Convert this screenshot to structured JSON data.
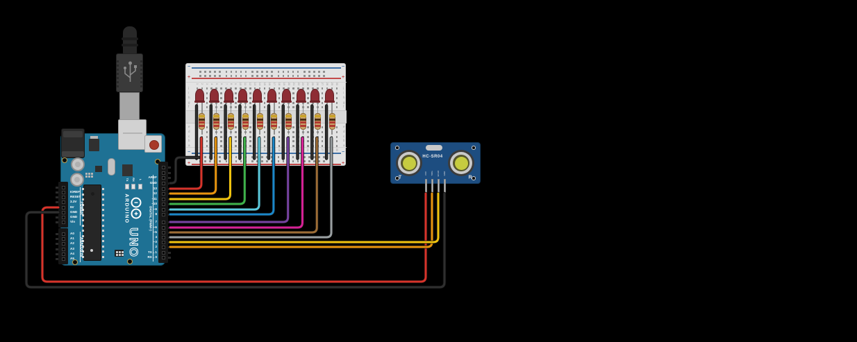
{
  "app": {
    "background": "#000000"
  },
  "arduino": {
    "name": "Arduino Uno",
    "brand": "ARDUINO",
    "model": "UNO",
    "digital_label": "DIGITAL (PWM~)",
    "power_label": "POWER",
    "analog_label": "ANALOG IN",
    "led_labels": [
      "TX",
      "RX",
      "L"
    ],
    "right_top_pins": [
      "",
      "",
      "AREF",
      "GND",
      "13",
      "12",
      "~11",
      "~10",
      "~9",
      "8"
    ],
    "right_bottom_pins": [
      "7",
      "~6",
      "~5",
      "4",
      "~3",
      "2",
      "TX→1",
      "RX←0"
    ],
    "left_power_pins": [
      "",
      "IOREF",
      "RESET",
      "3.3V",
      "5V",
      "GND",
      "GND",
      "Vin"
    ],
    "left_analog_pins": [
      "A0",
      "A1",
      "A2",
      "A3",
      "A4",
      "A5"
    ],
    "board_color": "#1e7194"
  },
  "breadboard": {
    "columns": 30,
    "column_numbers": [
      1,
      2,
      3,
      4,
      5,
      6,
      7,
      8,
      9,
      10,
      11,
      12,
      13,
      14,
      15,
      16,
      17,
      18,
      19,
      20,
      21,
      22,
      23,
      24,
      25,
      26,
      27,
      28,
      29,
      30
    ],
    "row_letters_top": [
      "j",
      "i",
      "h",
      "g",
      "f"
    ],
    "row_letters_bottom": [
      "e",
      "d",
      "c",
      "b",
      "a"
    ],
    "rail_negative": "−",
    "rail_positive": "+",
    "body_color": "#e3e3e3"
  },
  "sensor": {
    "label": "HC-SR04",
    "transmitter_label": "T",
    "receiver_label": "R",
    "pin_labels": [
      "VCC",
      "TRIG",
      "ECHO",
      "GND"
    ],
    "board_color": "#1d4d80"
  },
  "leds": [
    {
      "color_name": "red",
      "cathode_column": 1,
      "anode_column": 2,
      "arduino_pin": "13",
      "wire_color": "red",
      "wire_hex": "#d8332a"
    },
    {
      "color_name": "red",
      "cathode_column": 4,
      "anode_column": 5,
      "arduino_pin": "12",
      "wire_color": "orange",
      "wire_hex": "#e8940e"
    },
    {
      "color_name": "red",
      "cathode_column": 7,
      "anode_column": 8,
      "arduino_pin": "~11",
      "wire_color": "yellow",
      "wire_hex": "#f0c30f"
    },
    {
      "color_name": "red",
      "cathode_column": 10,
      "anode_column": 11,
      "arduino_pin": "~10",
      "wire_color": "green",
      "wire_hex": "#3eb24a"
    },
    {
      "color_name": "red",
      "cathode_column": 13,
      "anode_column": 14,
      "arduino_pin": "~9",
      "wire_color": "cyan",
      "wire_hex": "#5bc8dc"
    },
    {
      "color_name": "red",
      "cathode_column": 16,
      "anode_column": 17,
      "arduino_pin": "8",
      "wire_color": "blue",
      "wire_hex": "#1b87c9"
    },
    {
      "color_name": "red",
      "cathode_column": 19,
      "anode_column": 20,
      "arduino_pin": "7",
      "wire_color": "purple",
      "wire_hex": "#7642a0"
    },
    {
      "color_name": "red",
      "cathode_column": 22,
      "anode_column": 23,
      "arduino_pin": "~6",
      "wire_color": "magenta",
      "wire_hex": "#d62196"
    },
    {
      "color_name": "red",
      "cathode_column": 25,
      "anode_column": 26,
      "arduino_pin": "~5",
      "wire_color": "brown",
      "wire_hex": "#9d6d36"
    },
    {
      "color_name": "red",
      "cathode_column": 28,
      "anode_column": 29,
      "arduino_pin": "4",
      "wire_color": "gray",
      "wire_hex": "#9aa0a2"
    }
  ],
  "led_style": {
    "body_color": "#8e2d34",
    "flange_color": "#76242a",
    "leg_color": "#909090"
  },
  "resistors": {
    "count": 10,
    "body_color": "#c9a46a",
    "band_colors_top_to_bottom": [
      "#c9a227",
      "#4a2c12",
      "#b03a30",
      "#b03a30"
    ]
  },
  "cathode_wires": {
    "count": 10,
    "color": "#2f2f2f",
    "connects": "LED cathode to − rail"
  },
  "ground_rail_wire": {
    "from_pin": "GND",
    "to": "breadboard − rail",
    "color": "#2f2f2f"
  },
  "sensor_wires": [
    {
      "sensor_pin": "VCC",
      "connects_to": "5V",
      "wire_color": "red",
      "wire_hex": "#d8332a"
    },
    {
      "sensor_pin": "TRIG",
      "connects_to": "2",
      "wire_color": "orange",
      "wire_hex": "#e8940e"
    },
    {
      "sensor_pin": "ECHO",
      "connects_to": "~3",
      "wire_color": "yellow",
      "wire_hex": "#f0c30f"
    },
    {
      "sensor_pin": "GND",
      "connects_to": "GND",
      "wire_color": "black",
      "wire_hex": "#2f2f2f"
    }
  ]
}
